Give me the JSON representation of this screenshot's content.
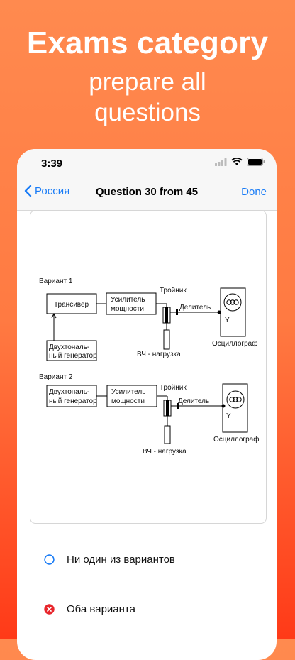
{
  "promo": {
    "title": "Exams category",
    "subtitle_line1": "prepare all",
    "subtitle_line2": "questions"
  },
  "status": {
    "time": "3:39"
  },
  "nav": {
    "back_label": "Россия",
    "title": "Question 30 from 45",
    "done_label": "Done"
  },
  "diagram": {
    "variant1": {
      "label": "Вариант 1",
      "transceiver": "Трансивер",
      "amp_line1": "Усилитель",
      "amp_line2": "мощности",
      "generator_line1": "Двухтональ-",
      "generator_line2": "ный генератор",
      "tee": "Тройник",
      "divider": "Делитель",
      "y_label": "Y",
      "load": "ВЧ - нагрузка",
      "oscilloscope": "Осциллограф"
    },
    "variant2": {
      "label": "Вариант 2",
      "generator_line1": "Двухтональ-",
      "generator_line2": "ный генератор",
      "amp_line1": "Усилитель",
      "amp_line2": "мощности",
      "tee": "Тройник",
      "divider": "Делитель",
      "y_label": "Y",
      "load": "ВЧ - нагрузка",
      "oscilloscope": "Осциллограф"
    }
  },
  "options": [
    {
      "label": "Ни один из вариантов",
      "state": "unselected"
    },
    {
      "label": "Оба варианта",
      "state": "wrong"
    }
  ],
  "colors": {
    "accent": "#1a7cf6",
    "wrong": "#e8262c"
  }
}
